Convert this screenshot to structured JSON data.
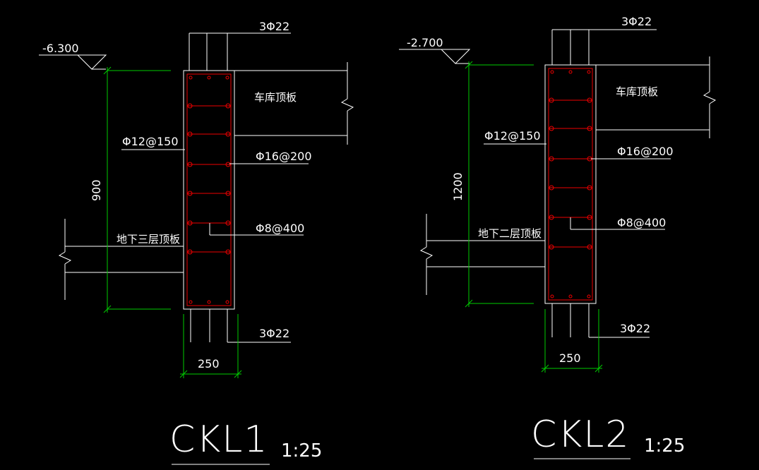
{
  "sections": [
    {
      "title": "CKL1",
      "scale": "1:25",
      "elevation": "-6.300",
      "top_bars": "3Φ22",
      "bottom_bars": "3Φ22",
      "stirrups": "Φ12@150",
      "side_bars": "Φ16@200",
      "tie_bars": "Φ8@400",
      "top_slab": "车库顶板",
      "lower_slab": "地下三层顶板",
      "height_dim": "900",
      "width_dim": "250"
    },
    {
      "title": "CKL2",
      "scale": "1:25",
      "elevation": "-2.700",
      "top_bars": "3Φ22",
      "bottom_bars": "3Φ22",
      "stirrups": "Φ12@150",
      "side_bars": "Φ16@200",
      "tie_bars": "Φ8@400",
      "top_slab": "车库顶板",
      "lower_slab": "地下二层顶板",
      "height_dim": "1200",
      "width_dim": "250"
    }
  ],
  "colors": {
    "background": "#000000",
    "lines": "#ffffff",
    "dimensions": "#00cc00",
    "rebar": "#ee0000"
  }
}
